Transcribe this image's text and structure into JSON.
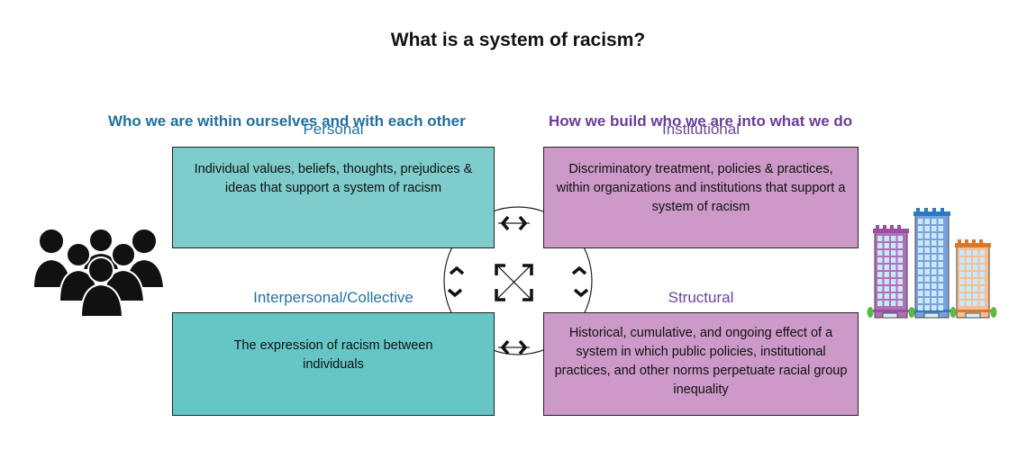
{
  "title": "What is a system of racism?",
  "columns": {
    "left_heading": "Who we are within ourselves and with each other",
    "right_heading": "How we build who we are into what we do"
  },
  "quadrants": {
    "personal": {
      "label": "Personal",
      "description": "Individual values, beliefs, thoughts, prejudices & ideas that support a system of racism",
      "color": "#7ecccc"
    },
    "institutional": {
      "label": "Institutional",
      "description": "Discriminatory treatment, policies & practices, within organizations and institutions that support a system of racism",
      "color": "#cc99c8"
    },
    "interpersonal": {
      "label": "Interpersonal/Collective",
      "description": "The expression of racism between individuals",
      "color": "#66c6c6"
    },
    "structural": {
      "label": "Structural",
      "description": "Historical, cumulative, and ongoing effect of a system in which public policies, institutional practices, and other norms perpetuate racial group inequality",
      "color": "#cc99c8"
    }
  },
  "icons": {
    "left": "people-group-icon",
    "right": "city-buildings-icon",
    "center": "expand-arrows-icon",
    "connectors": "double-arrow-icon"
  },
  "colors": {
    "teal_heading": "#1f6fa0",
    "purple_heading": "#6a3d9a"
  }
}
